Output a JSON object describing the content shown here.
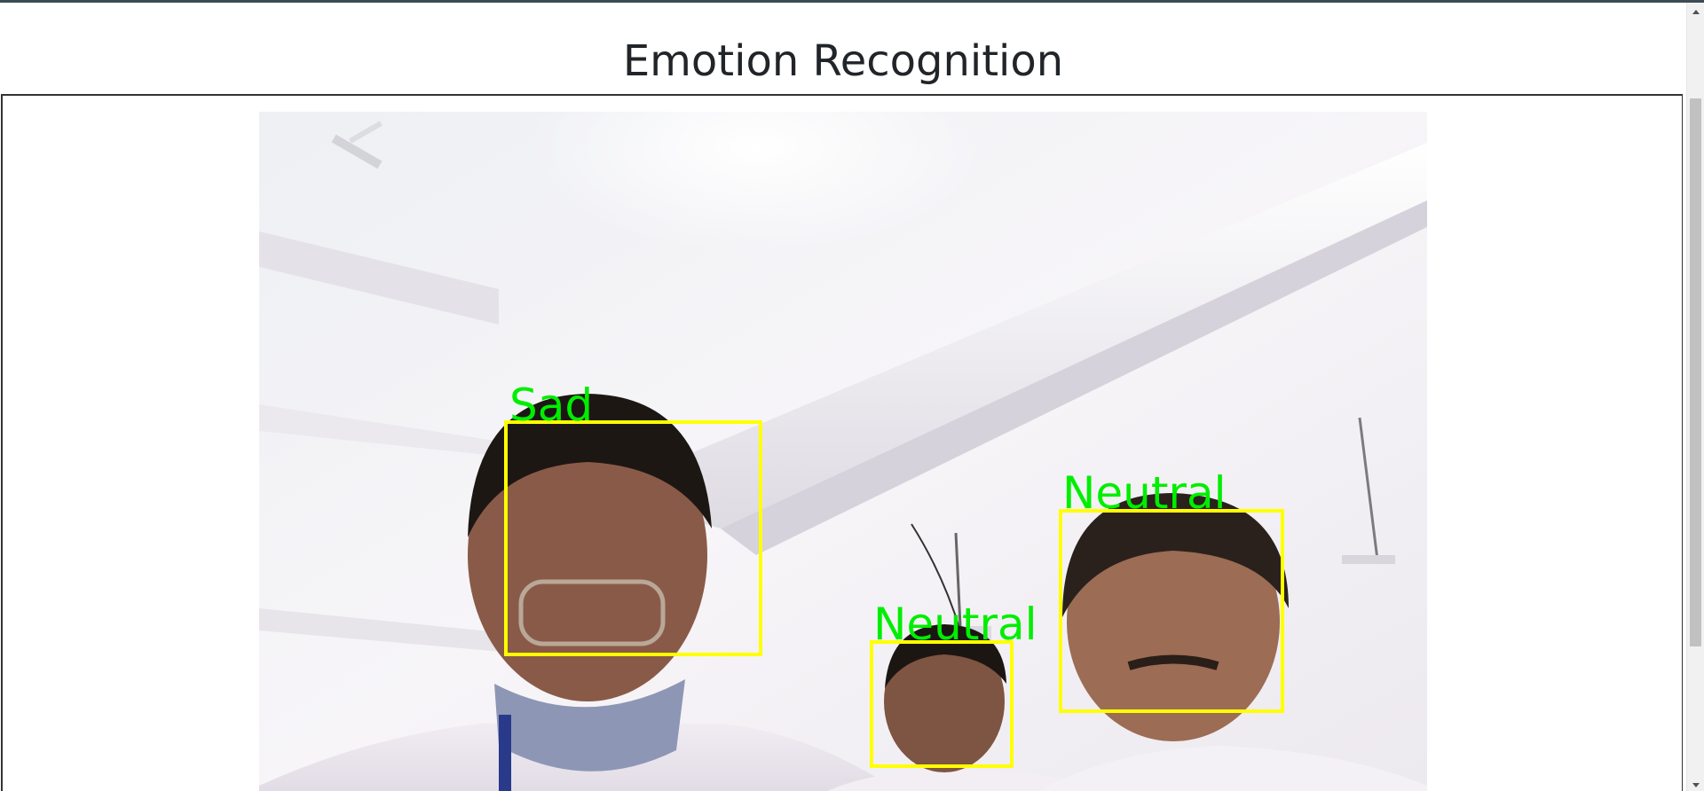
{
  "page": {
    "title": "Emotion Recognition"
  },
  "camera_feed": {
    "detections": [
      {
        "label": "Sad"
      },
      {
        "label": "Neutral"
      },
      {
        "label": "Neutral"
      }
    ],
    "box_color": "#ffff00",
    "label_color": "#00ee00"
  },
  "colors": {
    "top_strip": "#3c4a55",
    "frame_border": "#333333",
    "scroll_thumb": "#c1c1c1"
  }
}
